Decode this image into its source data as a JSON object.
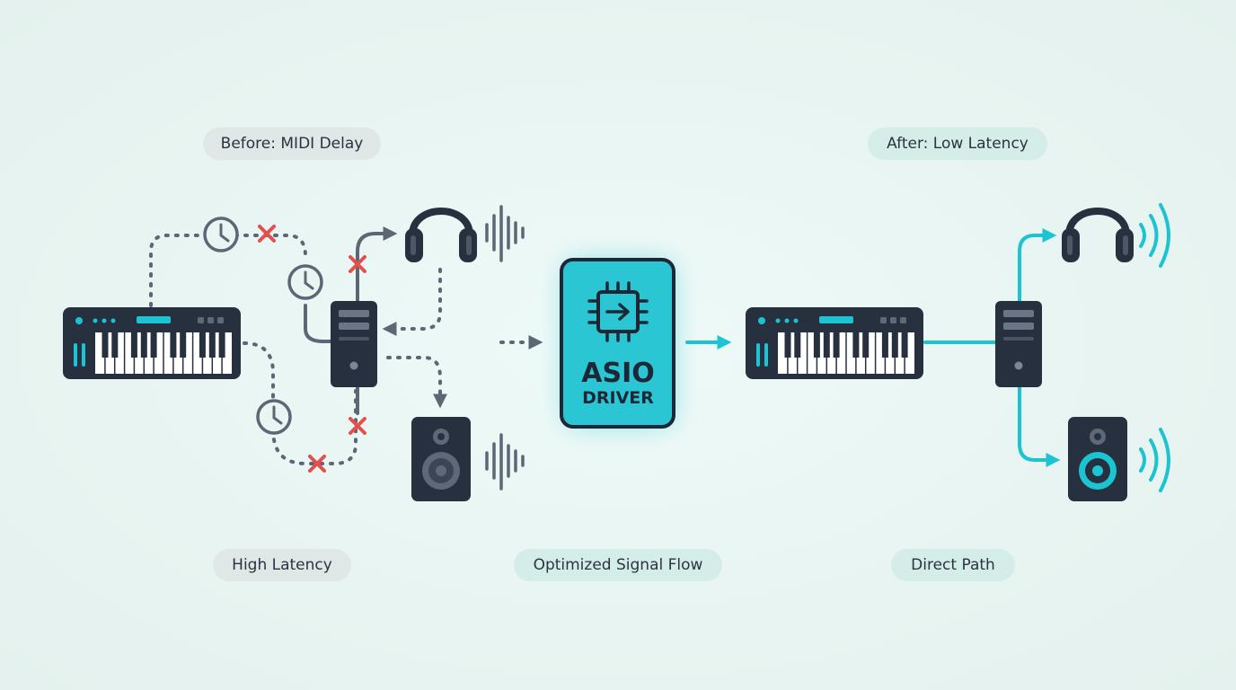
{
  "labels": {
    "before": "Before: MIDI Delay",
    "after": "After: Low Latency",
    "high_latency": "High Latency",
    "optimized": "Optimized Signal Flow",
    "direct": "Direct Path"
  },
  "driver": {
    "line1": "ASIO",
    "line2": "DRIVER"
  },
  "icons": {
    "before": [
      "midi-keyboard-icon",
      "audio-interface-icon",
      "headphones-icon",
      "speaker-icon",
      "clock-icon",
      "x-mark-icon",
      "sound-wave-icon"
    ],
    "driver": [
      "chip-icon"
    ],
    "after": [
      "midi-keyboard-icon",
      "audio-interface-icon",
      "headphones-icon",
      "speaker-icon",
      "sound-wave-icon"
    ]
  },
  "colors": {
    "background": "#eaf6f3",
    "device_dark": "#27303f",
    "accent": "#1cc3d2",
    "error": "#e2504c",
    "dotted_path": "#5d6675"
  }
}
